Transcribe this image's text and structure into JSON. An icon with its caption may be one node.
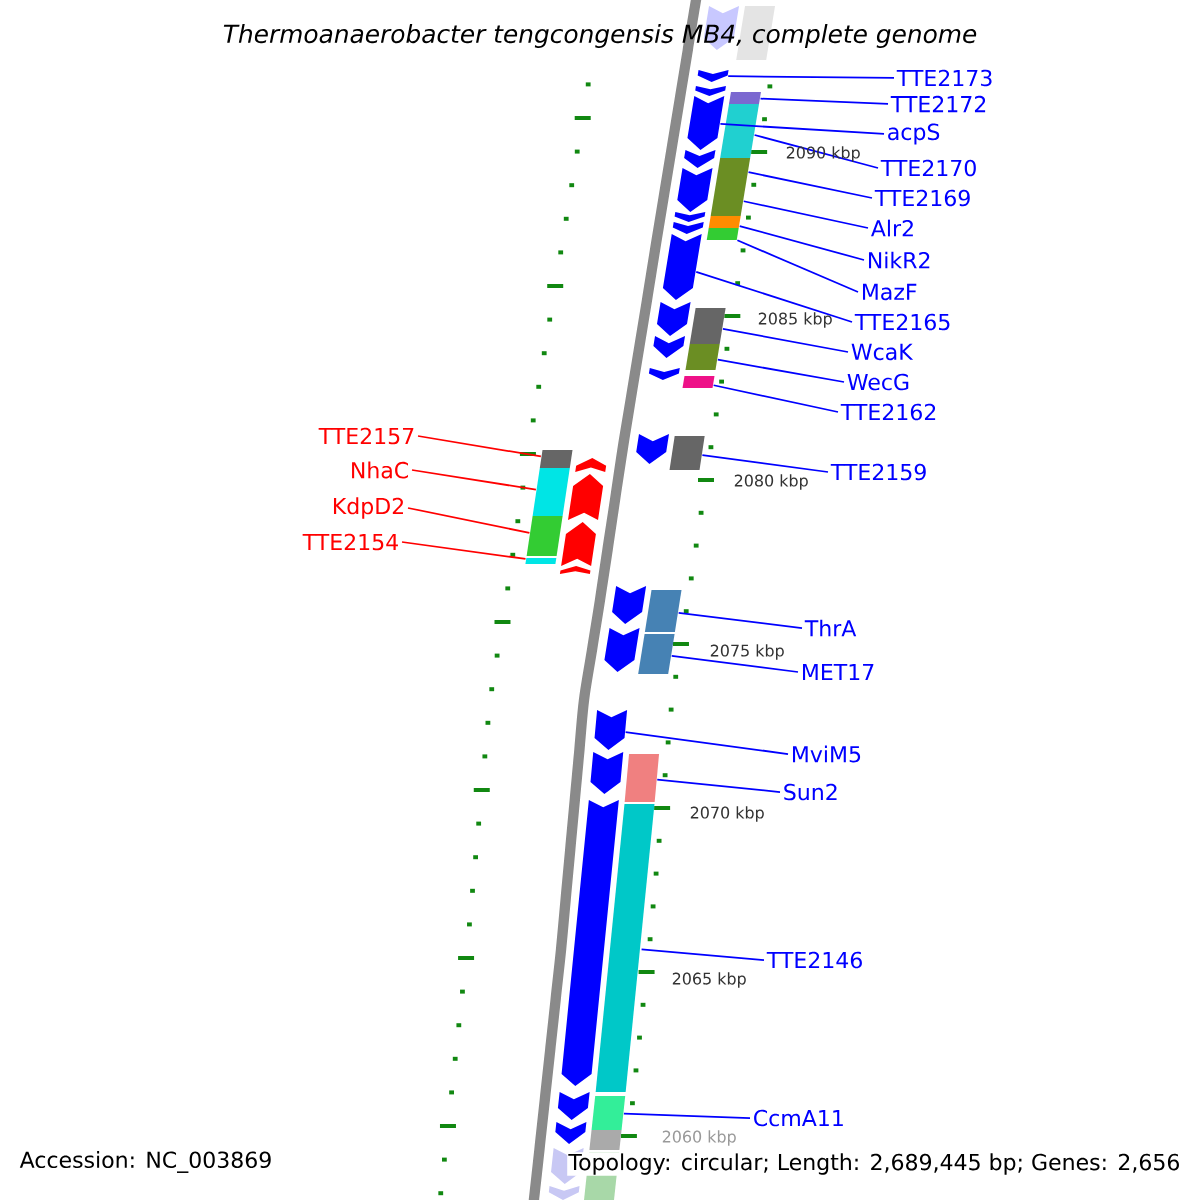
{
  "diagram": {
    "title": "Thermoanaerobacter tengcongensis MB4, complete genome",
    "nodes": [
      {
        "text": [
          "TTE2173"
        ]
      },
      {
        "text": [
          "TTE2172"
        ]
      },
      {
        "text": [
          "acpS"
        ]
      },
      {
        "text": [
          "TTE2170"
        ]
      },
      {
        "text": [
          "TTE2169"
        ]
      },
      {
        "text": [
          "Alr2"
        ]
      },
      {
        "text": [
          "NikR2"
        ]
      },
      {
        "text": [
          "MazF"
        ]
      },
      {
        "text": [
          "TTE2165"
        ]
      },
      {
        "text": [
          "WcaK"
        ]
      },
      {
        "text": [
          "WecG"
        ]
      },
      {
        "text": [
          "TTE2162"
        ]
      },
      {
        "text": [
          "TTE2157"
        ]
      },
      {
        "text": [
          "NhaC"
        ]
      },
      {
        "text": [
          "TTE2159"
        ]
      },
      {
        "text": [
          "KdpD2"
        ]
      },
      {
        "text": [
          "TTE2154"
        ]
      },
      {
        "text": [
          "ThrA"
        ]
      },
      {
        "text": [
          "MET17"
        ]
      },
      {
        "text": [
          "MviM5"
        ]
      },
      {
        "text": [
          "Sun2"
        ]
      },
      {
        "text": [
          "TTE2146"
        ]
      },
      {
        "text": [
          "CcmA11"
        ]
      },
      {
        "text": [],
        "shape": "arrow"
      },
      {
        "text": [],
        "shape": "bar"
      },
      {
        "text": [],
        "shape": "arrow"
      },
      {
        "text": [],
        "shape": "bar"
      },
      {
        "text": [],
        "shape": "bar"
      },
      {
        "text": [],
        "shape": "bar"
      },
      {
        "text": [],
        "shape": "bar"
      },
      {
        "text": [],
        "shape": "bar"
      },
      {
        "text": [],
        "shape": "arrow"
      },
      {
        "text": [],
        "shape": "bar"
      },
      {
        "text": [],
        "shape": "bar"
      },
      {
        "text": [],
        "shape": "bar"
      },
      {
        "text": [],
        "shape": "bar"
      },
      {
        "text": [],
        "shape": "bar"
      },
      {
        "text": [],
        "shape": "bar"
      },
      {
        "text": [],
        "shape": "bar"
      },
      {
        "text": [],
        "shape": "bar"
      },
      {
        "text": [],
        "shape": "bar"
      },
      {
        "text": [],
        "shape": "bar"
      },
      {
        "text": [],
        "shape": "arrow"
      },
      {
        "text": [],
        "shape": "bar"
      },
      {
        "text": [],
        "shape": "bar"
      },
      {
        "text": [],
        "shape": "bar"
      },
      {
        "text": [],
        "shape": "arrow"
      },
      {
        "text": [],
        "shape": "bar"
      },
      {
        "text": [],
        "shape": "arrow"
      },
      {
        "text": [],
        "shape": "arrow"
      },
      {
        "text": [],
        "shape": "arrow"
      },
      {
        "text": [],
        "shape": "arrow"
      },
      {
        "text": [],
        "shape": "arrow"
      },
      {
        "text": [],
        "shape": "arrow"
      },
      {
        "text": [],
        "shape": "arrow"
      },
      {
        "text": [],
        "shape": "arrow"
      },
      {
        "text": [],
        "shape": "arrow"
      },
      {
        "text": [],
        "shape": "arrow"
      },
      {
        "text": [],
        "shape": "arrow"
      },
      {
        "text": [],
        "shape": "arrow"
      },
      {
        "text": [],
        "shape": "arrow"
      },
      {
        "text": [],
        "shape": "arrow"
      },
      {
        "text": [],
        "shape": "arrow"
      },
      {
        "text": [],
        "shape": "arrow"
      },
      {
        "text": [],
        "shape": "arrow"
      },
      {
        "text": [],
        "shape": "arrow"
      },
      {
        "text": [],
        "shape": "arrow"
      },
      {
        "text": [],
        "shape": "bar"
      },
      {
        "text": [],
        "shape": "bar"
      },
      {
        "text": [],
        "shape": "arrow"
      },
      {
        "text": [],
        "shape": "arrow"
      }
    ],
    "edges": [
      {
        "from": 0,
        "to": 23,
        "arrow": "none"
      },
      {
        "from": 1,
        "to": 24,
        "arrow": "none"
      },
      {
        "from": 2,
        "to": 25,
        "arrow": "none"
      },
      {
        "from": 3,
        "to": 26,
        "arrow": "none"
      },
      {
        "from": 4,
        "to": 27,
        "arrow": "none"
      },
      {
        "from": 5,
        "to": 28,
        "arrow": "none"
      },
      {
        "from": 6,
        "to": 29,
        "arrow": "none"
      },
      {
        "from": 7,
        "to": 30,
        "arrow": "none"
      },
      {
        "from": 8,
        "to": 31,
        "arrow": "none"
      },
      {
        "from": 9,
        "to": 32,
        "arrow": "none"
      },
      {
        "from": 10,
        "to": 33,
        "arrow": "none"
      },
      {
        "from": 11,
        "to": 34,
        "arrow": "none"
      },
      {
        "from": 12,
        "to": 35,
        "arrow": "none",
        "color": "#ff0000"
      },
      {
        "from": 13,
        "to": 36,
        "arrow": "none",
        "color": "#ff0000"
      },
      {
        "from": 14,
        "to": 37,
        "arrow": "none"
      },
      {
        "from": 15,
        "to": 38,
        "arrow": "none",
        "color": "#ff0000"
      },
      {
        "from": 16,
        "to": 39,
        "arrow": "none",
        "color": "#ff0000"
      },
      {
        "from": 17,
        "to": 40,
        "arrow": "none"
      },
      {
        "from": 18,
        "to": 41,
        "arrow": "none"
      },
      {
        "from": 19,
        "to": 42,
        "arrow": "none"
      },
      {
        "from": 20,
        "to": 43,
        "arrow": "none"
      },
      {
        "from": 21,
        "to": 44,
        "arrow": "none"
      },
      {
        "from": 22,
        "to": 45,
        "arrow": "none"
      }
    ],
    "labels": [
      "2090 kbp",
      "2085 kbp",
      "2080 kbp",
      "2075 kbp",
      "2070 kbp",
      "2065 kbp",
      "2060 kbp",
      "Accession: NC_003869",
      "Topology: circular; Length: 2,689,445 bp; Genes: 2,656"
    ]
  }
}
